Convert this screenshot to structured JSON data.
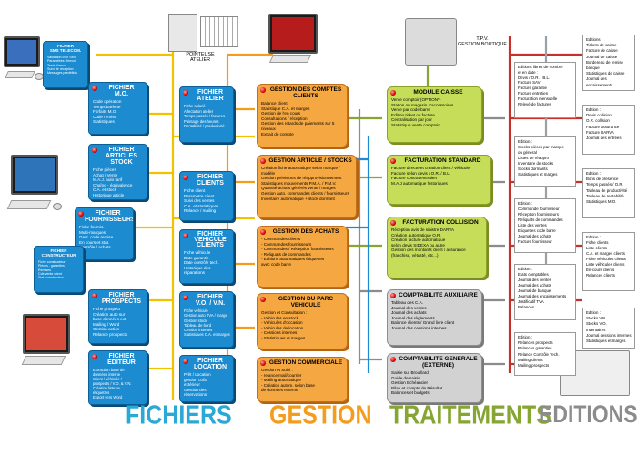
{
  "categories": {
    "fichiers": {
      "label": "FICHIERS",
      "color": "#2aa9d6"
    },
    "gestion": {
      "label": "GESTION",
      "color": "#f39c1e"
    },
    "traitements": {
      "label": "TRAITEMENTS",
      "color": "#86a532"
    },
    "editions": {
      "label": "EDITIONS",
      "color": "#8c8c8c"
    }
  },
  "captions": {
    "pointeuse": "POINTEUSE\nATELIER",
    "tpv": "T.P.V.\nGESTION BOUTIQUE"
  },
  "blue_boxes": [
    {
      "title": "FICHIER\nSMS TELECOM.",
      "lines": [
        "Validation d'un SMS",
        "Paramètres d'envoi",
        "Tests d'envoi",
        "Suivi de réception",
        "Messages predéfinis"
      ]
    },
    {
      "title": "FICHIER\nM.O.",
      "lines": [
        "Code opération",
        "Temps barème",
        "Forfaits M.O.",
        "Code remise",
        "Statistiques"
      ]
    },
    {
      "title": "FICHIER\nARTICLES STOCK",
      "lines": [
        "Fiche pièces",
        "Achat / Vente",
        "M.A.J. auto tarif",
        "Chaîne - équivalence",
        "C.A. et stock",
        "Historique article"
      ]
    },
    {
      "title": "FICHIER\nFOURNISSEURS",
      "lines": [
        "Fiche fournis.",
        "Multi-marques",
        "Gest. code remise",
        "En cours et stat.",
        "Contrôle / achats"
      ]
    },
    {
      "title": "FICHIER\nCONSTRUCTEUR",
      "lines": [
        "Fiche constructeur",
        "Pièces - garanties",
        "Remises",
        "Cde vente client",
        "Stat. construction"
      ]
    },
    {
      "title": "FICHIER\nATELIER",
      "lines": [
        "Fiche salarié",
        "Affectation atelier",
        "Temps passés / factures",
        "Pointage des heures",
        "Rentabilité / productivité"
      ]
    },
    {
      "title": "FICHIER\nCLIENTS",
      "lines": [
        "Fiche client",
        "Paramètre client",
        "Suivi des ventes",
        "C.A. et statistiques",
        "Relance / mailing"
      ]
    },
    {
      "title": "FICHIER\nVEHICULE\nCLIENTS",
      "lines": [
        "Fiche véhicule",
        "Date garantie",
        "Date contrôle tech.",
        "Historique des",
        "réparations"
      ]
    },
    {
      "title": "FICHIER\nPROSPECTS",
      "lines": [
        "Fiche prospect",
        "Création auto sur",
        "base données ext.",
        "Mailing / Word",
        "Gestion action",
        "Relance prospects"
      ]
    },
    {
      "title": "FICHIER\nV.O. / V.N.",
      "lines": [
        "Fiche véhicule",
        "Gestion auto TVA / marge",
        "Gestion stock",
        "Tableau de bord",
        "Cession internes",
        "Statistiques C.A. et marges"
      ]
    },
    {
      "title": "FICHIER\nEDITEUR",
      "lines": [
        "Extraction base de",
        "données interne",
        "Client / véhicule /",
        "prospects / V.O. & V.N.",
        "Création liste ou",
        "étiquettes",
        "Export vers Word"
      ]
    },
    {
      "title": "FICHIER\nLOCATION",
      "lines": [
        "Prêt / Location",
        "gestion coût",
        "extérieur",
        "Gestion des",
        "réservations"
      ]
    }
  ],
  "orange_boxes": [
    {
      "title": "GESTION DES COMPTES CLIENTS",
      "lines": [
        "Balance client",
        "Statistique C.A. et marges",
        "Gestion de l'en cours",
        "Consultations / réception",
        "Gestion des retards de paiements sur 5 niveaux",
        "Extrait de compte"
      ]
    },
    {
      "title": "GESTION ARTICLE / STOCKS",
      "lines": [
        "Création fiche automatique selon marque / modèle",
        "Gestion prévisions de réapprovisionnement",
        "Statistiques mouvements P.M.A. / P.M.V.",
        "Quantité achats générés vente / marges",
        "Gestion auto. commandes clients / fournisseurs",
        "Inventaire automatique + stock dormant"
      ]
    },
    {
      "title": "GESTION DES ACHATS",
      "lines": [
        "- Commandes clients",
        "- Commandes fournisseurs",
        "- Commandes / Réception fournisseurs",
        "- Reliquats de commandes",
        "- Editions automatiques étiquettes",
        "  avec code barre"
      ]
    },
    {
      "title": "GESTION DU PARC VEHICULE",
      "lines": [
        "Gestion et Consultation :",
        "- Véhicules en stock",
        "- Véhicules d'occasion",
        "- Véhicules de location",
        "- Cessions internes",
        "- Statistiques et marges"
      ]
    },
    {
      "title": "GESTION COMMERCIALE",
      "lines": [
        "Gestion et Suivi :",
        "- relance mail/courrier",
        "- Mailing automatique",
        "- Création autom. selon base",
        "  de données externe"
      ]
    }
  ],
  "green_boxes": [
    {
      "title": "MODULE CAISSE",
      "lines": [
        "Vente comptoir (OPTION*)",
        "Station ou magasin d'accessoires",
        "Vente par code barre",
        "Edition ticket ou facture",
        "Centralisation par jour",
        "Statistique vente comptoir"
      ]
    },
    {
      "title": "FACTURATION STANDARD",
      "lines": [
        "Facture directe et création client / véhicule",
        "Facture selon devis / O.R. / B.L.",
        "Facture contrat entretien",
        "M.A.J automatique historiques"
      ]
    },
    {
      "title": "FACTURATION COLLISION",
      "lines": [
        "Réception avis de sinistre DARVA",
        "Création automatique O.R.",
        "Création facture automatique",
        "selon devis SIDEXA ou autre",
        "Gestion des montants client / assurance",
        "(franchise, vétusté, etc...)"
      ]
    }
  ],
  "grey_boxes": [
    {
      "title": "COMPTABILITE AUXILIAIRE",
      "lines": [
        "Tableau des C.A.",
        "Journal des ventes",
        "Journal des achats",
        "Journal des règlements",
        "Balance clients / Grand livre client",
        "Journal des cessions internes"
      ]
    },
    {
      "title": "COMPTABILITE GENERALE\n(EXTERNE)",
      "lines": [
        "Saisie sur Brouillard",
        "Guide de saisie",
        "Gestion Echéancier",
        "Bilan et compte de Résultat",
        "Balances et budgets"
      ]
    }
  ],
  "white_boxes": [
    {
      "lines": [
        "Editions libres de nombre",
        "et en date :",
        "Devis / O.R. / B.L.",
        "Facture SAV",
        "Facture garantie",
        "Facture entretien",
        "Facturation mensuelle",
        "Relevé de factures"
      ]
    },
    {
      "lines": [
        "Editions :",
        "Tickets de caisse",
        "Facture de caisse",
        "Journal de caisse",
        "Bordereau de remise banque",
        "Statistiques de caisse",
        "Journal des encaissements"
      ]
    },
    {
      "lines": [
        "Edition :",
        "Devis collision",
        "O.R. collision",
        "Facture assurance",
        "Facture DARVA",
        "Journal des entrées"
      ]
    },
    {
      "lines": [
        "Edition :",
        "Stocks pièces par marque",
        "ou général",
        "Listes de réappro",
        "Inventaire de stocks",
        "Stocks dormants",
        "Statistiques et marges"
      ]
    },
    {
      "lines": [
        "Edition :",
        "Bons de présence",
        "Temps passés / O.R.",
        "Tableau de productivité",
        "Tableau de rentabilité",
        "Statistiques M.O."
      ]
    },
    {
      "lines": [
        "Edition :",
        "Commande fournisseur",
        "Réception fournisseurs",
        "Reliquats de commandes",
        "Liste des ventes",
        "Etiquettes code barre",
        "Journal des achats",
        "Facture fournisseur"
      ]
    },
    {
      "lines": [
        "Edition :",
        "Fiche clients",
        "Liste clients",
        "C.A. et marges clients",
        "Fiche véhicules clients",
        "Liste véhicules clients",
        "En-cours clients",
        "Relances clients"
      ]
    },
    {
      "lines": [
        "Edition :",
        "Etats comptables",
        "Journal des ventes",
        "Journal des achats",
        "Journal de banque",
        "Journal des encaissements",
        "Justificatif TVA",
        "Balances"
      ]
    },
    {
      "lines": [
        "Edition :",
        "Stocks V.N.",
        "Stocks V.O.",
        "Inventaires",
        "Journal cessions internes",
        "Statistiques et marges"
      ]
    },
    {
      "lines": [
        "Edition :",
        "Relances prospects",
        "Relances garanties",
        "Relance Contrôle Tech.",
        "Mailing clients",
        "Mailing prospects"
      ]
    }
  ]
}
